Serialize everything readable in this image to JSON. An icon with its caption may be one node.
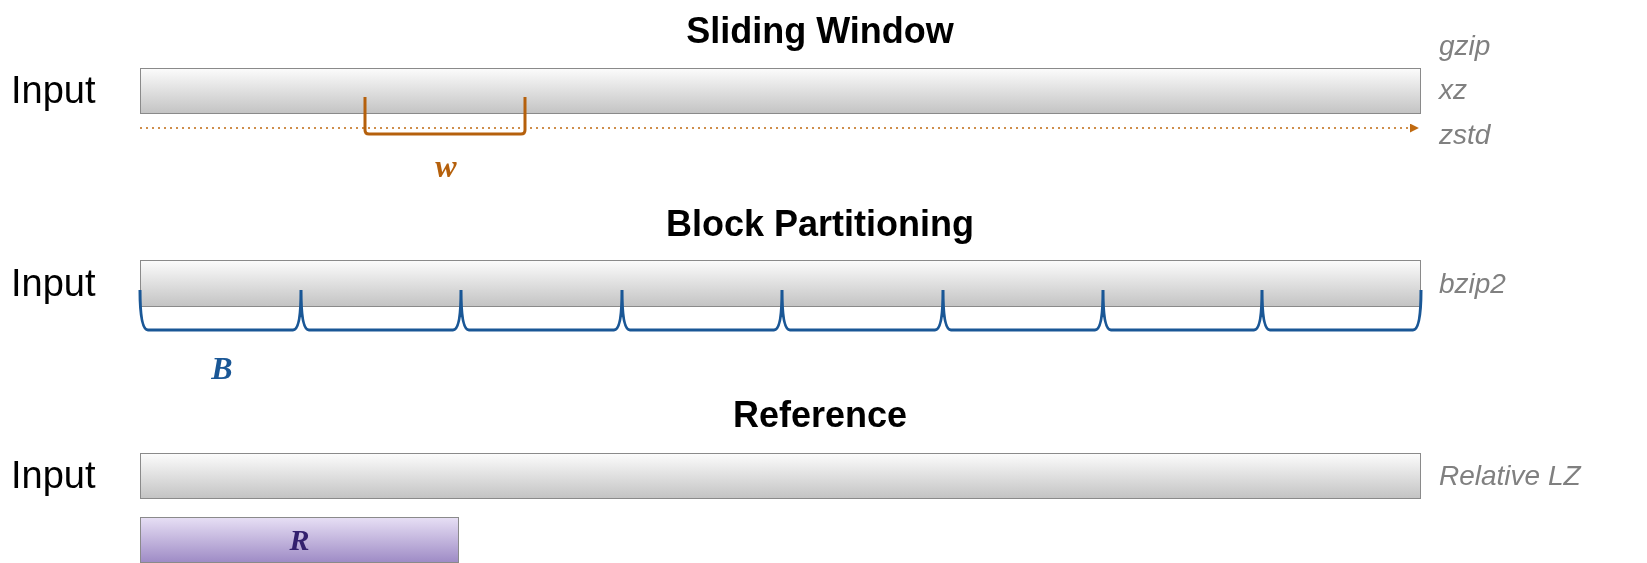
{
  "diagram": {
    "nodes": [
      {
        "text": [],
        "shape": "bar",
        "beside": [
          "Input"
        ]
      },
      {
        "text": [],
        "shape": "bar",
        "beside": [
          "Input"
        ]
      },
      {
        "text": [],
        "shape": "bar",
        "beside": [
          "Input"
        ]
      },
      {
        "text": [
          "R"
        ]
      }
    ],
    "labels": [
      "Sliding Window",
      "gzip",
      "xz",
      "zstd",
      "w",
      "Block Partitioning",
      "bzip2",
      "B",
      "Reference",
      "Relative LZ"
    ]
  }
}
